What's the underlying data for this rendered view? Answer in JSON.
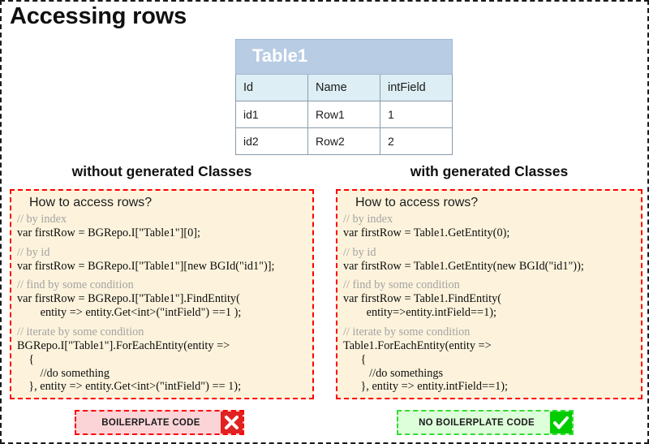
{
  "slide": {
    "title": "Accessing rows"
  },
  "table": {
    "name": "Table1",
    "columns": [
      "Id",
      "Name",
      "intField"
    ],
    "rows": [
      [
        "id1",
        "Row1",
        "1"
      ],
      [
        "id2",
        "Row2",
        "2"
      ]
    ]
  },
  "columns": {
    "left": {
      "heading": "without generated Classes",
      "question": "How to access rows?",
      "blocks": [
        {
          "comment": "// by index",
          "lines": [
            "var firstRow = BGRepo.I[\"Table1\"][0];"
          ]
        },
        {
          "comment": "// by id",
          "lines": [
            "var firstRow = BGRepo.I[\"Table1\"][new BGId(\"id1\")];"
          ]
        },
        {
          "comment": "// find by some condition",
          "lines": [
            "var firstRow = BGRepo.I[\"Table1\"].FindEntity(",
            "        entity => entity.Get<int>(\"intField\") ==1 );"
          ]
        },
        {
          "comment": "// iterate by some condition",
          "lines": [
            "BGRepo.I[\"Table1\"].ForEachEntity(entity =>",
            "    {",
            "        //do something",
            "    }, entity => entity.Get<int>(\"intField\") == 1);"
          ]
        }
      ],
      "badge": {
        "label": "BOILERPLATE CODE",
        "icon": "cross-mark-icon",
        "icon_color": "#e02222",
        "background": "#fbd4d8",
        "border_color": "#ff0000"
      }
    },
    "right": {
      "heading": "with generated Classes",
      "question": "How to access rows?",
      "blocks": [
        {
          "comment": "// by index",
          "lines": [
            "var firstRow = Table1.GetEntity(0);"
          ]
        },
        {
          "comment": "// by id",
          "lines": [
            "var firstRow = Table1.GetEntity(new BGId(\"id1\"));"
          ]
        },
        {
          "comment": "// find by some condition",
          "lines": [
            "var firstRow = Table1.FindEntity(",
            "        entity=>entity.intField==1);"
          ]
        },
        {
          "comment": "// iterate by some condition",
          "lines": [
            "Table1.ForEachEntity(entity =>",
            "      {",
            "         //do somethings",
            "      }, entity => entity.intField==1);"
          ]
        }
      ],
      "badge": {
        "label": "NO BOILERPLATE CODE",
        "icon": "check-mark-icon",
        "icon_color": "#00cc00",
        "background": "#ddffd9",
        "border_color": "#33dd33"
      }
    }
  },
  "colors": {
    "table_header": "#b8cce4",
    "table_column_header": "#ddeef4",
    "code_panel_background": "#fdf3dc",
    "code_panel_border": "#ff0000",
    "comment_text": "#a3a3a3"
  }
}
